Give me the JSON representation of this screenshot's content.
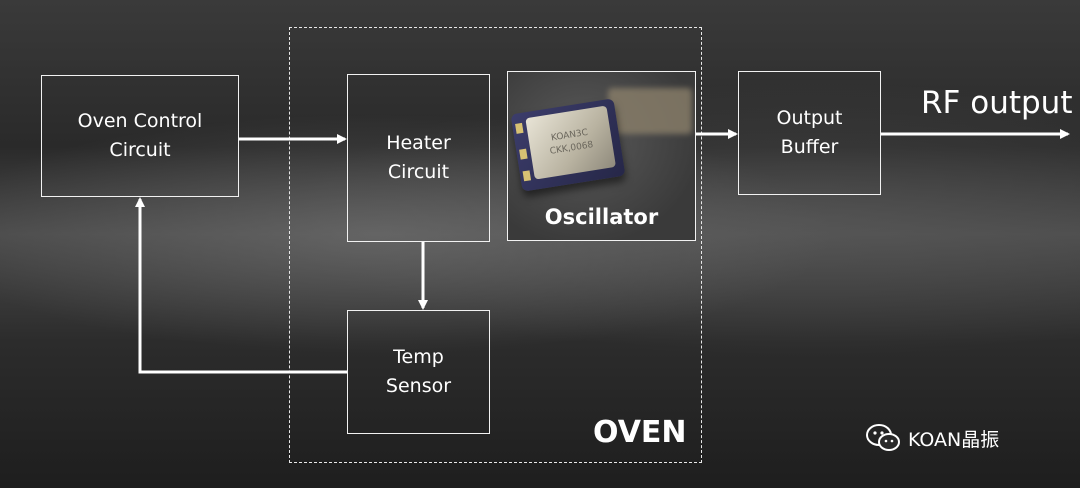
{
  "diagram": {
    "oven_control": "Oven Control\nCircuit",
    "heater": "Heater\nCircuit",
    "temp_sensor": "Temp\nSensor",
    "oscillator": "Oscillator",
    "output_buffer": "Output\nBuffer",
    "oven": "OVEN",
    "rf_output": "RF output",
    "crystal_marking_1": "KOAN3C",
    "crystal_marking_2": "CKK,0068"
  },
  "watermark": {
    "icon": "wechat-icon",
    "text": "KOAN晶振"
  },
  "colors": {
    "line": "#ffffff",
    "box_border": "#f2f2f2"
  }
}
